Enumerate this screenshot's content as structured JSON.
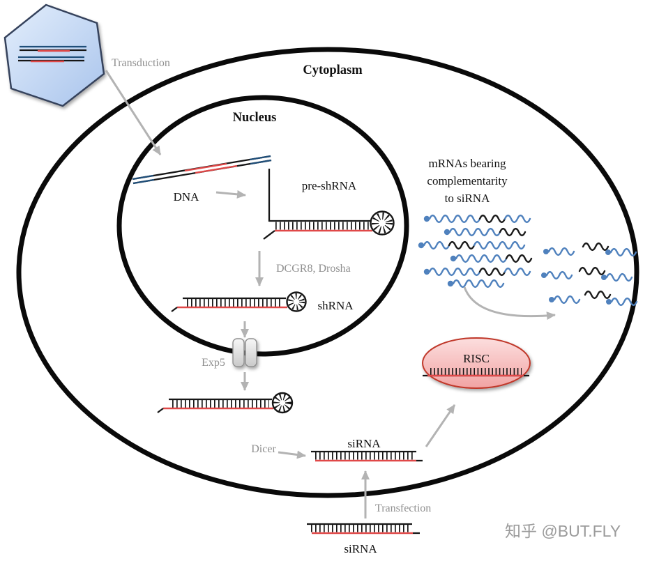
{
  "figure": {
    "labels": {
      "transduction": "Transduction",
      "cytoplasm": "Cytoplasm",
      "nucleus": "Nucleus",
      "dna": "DNA",
      "pre_shrna": "pre-shRNA",
      "drosha": "DCGR8, Drosha",
      "shrna": "shRNA",
      "exp5": "Exp5",
      "dicer": "Dicer",
      "sirna_cytoplasm": "siRNA",
      "transfection": "Transfection",
      "sirna_outside": "siRNA",
      "risc": "RISC",
      "mrna_caption_line1": "mRNAs bearing",
      "mrna_caption_line2": "complementarity",
      "mrna_caption_line3": "to siRNA"
    },
    "watermark": "知乎 @BUT.FLY",
    "colors": {
      "membrane": "#0a0a0a",
      "arrow_gray": "#b3b3b3",
      "label_gray": "#8f8f8f",
      "rna_red": "#e04848",
      "dna_navy": "#1f4e79",
      "mrna_blue": "#4f81bd",
      "risc_fill_top": "#fcdede",
      "risc_fill_bottom": "#f1a3a3",
      "risc_stroke": "#c0392b",
      "virus_fill_light": "#e3eefc",
      "virus_fill_dark": "#a9c4ec",
      "virus_stroke": "#36425c",
      "pore_fill_light": "#f7f7f7",
      "pore_fill_dark": "#c9c9c9",
      "pore_stroke": "#909090",
      "watermark_gray": "#9b9b9b"
    }
  }
}
